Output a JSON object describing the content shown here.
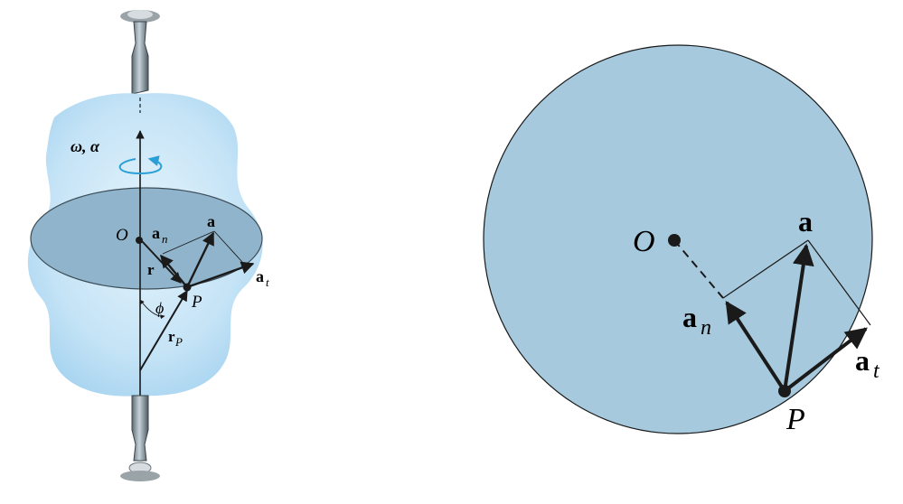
{
  "left_figure": {
    "rotation_label": "ω, α",
    "origin_label": "O",
    "point_label": "P",
    "accel_label": "a",
    "an_label_base": "a",
    "an_label_sub": "n",
    "at_label_base": "a",
    "at_label_sub": "t",
    "r_label": "r",
    "rp_label_base": "r",
    "rp_label_sub": "P",
    "phi_label": "ϕ",
    "colors": {
      "body": "#bfe0f5",
      "disk": "#8fb4cb",
      "arrow": "#1a1a1a",
      "spin": "#2a9fd6"
    }
  },
  "right_figure": {
    "origin_label": "O",
    "point_label": "P",
    "accel_label": "a",
    "an_label_base": "a",
    "an_label_sub": "n",
    "at_label_base": "a",
    "at_label_sub": "t",
    "colors": {
      "disk": "#a6c9dd",
      "outline": "#1a1a1a"
    }
  }
}
